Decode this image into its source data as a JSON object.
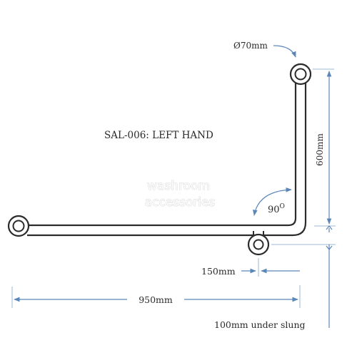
{
  "diagram": {
    "title": "SAL-006: LEFT HAND",
    "diameter_label": "Ø70mm",
    "height_label": "600mm",
    "angle_label": "90",
    "angle_unit": "O",
    "offset_label": "150mm",
    "width_label": "950mm",
    "underslung_label": "100mm under slung"
  },
  "watermark": {
    "line1": "washroom",
    "line2": "accessories"
  },
  "colors": {
    "rail": "#2b2b2b",
    "dimension": "#5b86b8",
    "extension": "#9eb8d6",
    "text": "#2a2a2a"
  }
}
